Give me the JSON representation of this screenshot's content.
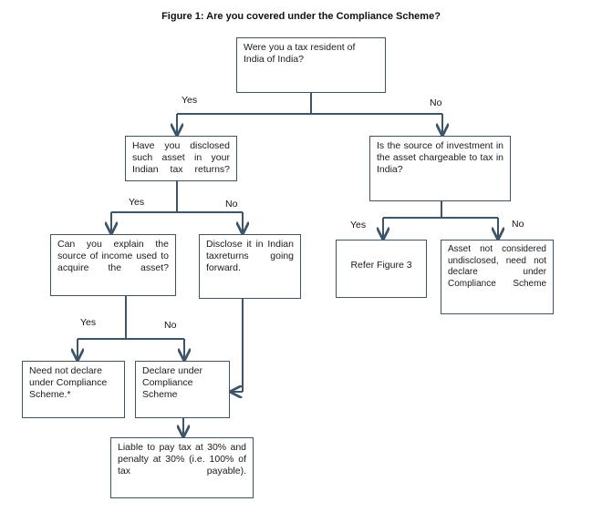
{
  "title": "Figure 1: Are you covered under the Compliance Scheme?",
  "nodes": {
    "q_resident": "Were you a tax resident of India of India?",
    "q_disclosed": "Have you disclosed such asset in your Indian tax returns?",
    "q_source_chargeable": "Is the source of investment in the asset chargeable to tax in India?",
    "q_explain_source": "Can you explain the source of income used to acquire the asset?",
    "a_disclose_forward": "Disclose it in Indian taxreturns going forward.",
    "a_refer_figure3": "Refer Figure 3",
    "a_not_undisclosed": "Asset not considered undisclosed, need not declare under Compliance Scheme",
    "a_need_not_declare": "Need not declare under Compliance Scheme.*",
    "a_declare": "Declare under Compliance Scheme",
    "a_liable": "Liable to pay tax at 30% and penalty at 30% (i.e. 100% of tax payable)."
  },
  "edges": {
    "resident_yes": "Yes",
    "resident_no": "No",
    "disclosed_yes": "Yes",
    "disclosed_no": "No",
    "chargeable_yes": "Yes",
    "chargeable_no": "No",
    "explain_yes": "Yes",
    "explain_no": "No"
  },
  "colors": {
    "line": "#3e5568",
    "box_border": "#3e5568"
  }
}
